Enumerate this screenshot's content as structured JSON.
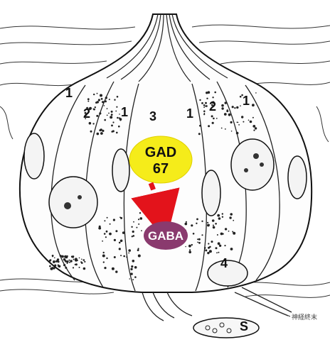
{
  "cell_labels": [
    "1",
    "2",
    "1",
    "3",
    "1",
    "2",
    "1",
    "4"
  ],
  "nodes": {
    "enzyme": {
      "line1": "GAD",
      "line2": "67",
      "color": "#f5ec1a"
    },
    "product": {
      "label": "GABA",
      "color": "#8a3a6e"
    }
  },
  "arrow_color": "#e3131b",
  "synapse_label": "S",
  "nerve_label": "神経終末",
  "sketch_color": "#222222"
}
